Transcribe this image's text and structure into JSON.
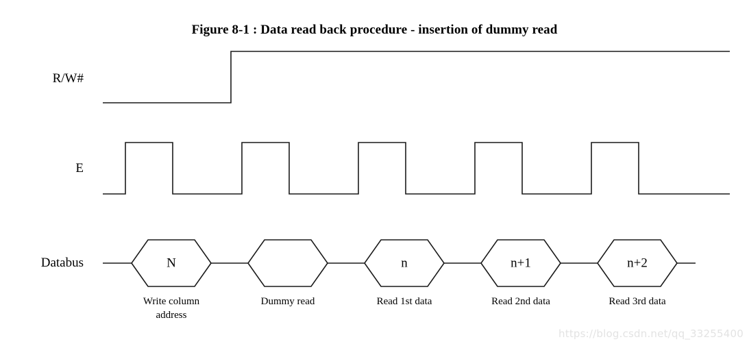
{
  "figure": {
    "title": "Figure 8-1 : Data read back procedure - insertion of dummy read"
  },
  "signals": [
    {
      "name": "rw",
      "label": "R/W#"
    },
    {
      "name": "e",
      "label": "E"
    },
    {
      "name": "databus",
      "label": "Databus"
    }
  ],
  "databus_packets": [
    {
      "value": "N",
      "caption": "Write column\naddress"
    },
    {
      "value": "",
      "caption": "Dummy read"
    },
    {
      "value": "n",
      "caption": "Read 1st  data"
    },
    {
      "value": "n+1",
      "caption": "Read 2nd  data"
    },
    {
      "value": "n+2",
      "caption": "Read 3rd  data"
    }
  ],
  "watermark": {
    "text": "https://blog.csdn.net/qq_33255400"
  },
  "colors": {
    "stroke": "#1a1a1a",
    "background": "#ffffff",
    "watermark": "#e3e3e3"
  },
  "chart_data": {
    "type": "line",
    "title": "Figure 8-1 : Data read back procedure - insertion of dummy read",
    "xlabel": "",
    "ylabel": "",
    "grid": false,
    "legend": "none",
    "description": "Digital timing waveform diagram with three signal traces: R/W#, E clock and Databus packet bus.",
    "series": [
      {
        "name": "R/W#",
        "type": "digital",
        "low_y": 150,
        "high_y": 75,
        "x_start": 150,
        "x_end": 1065,
        "transitions": [
          {
            "x": 150,
            "level": "low"
          },
          {
            "x": 337,
            "level": "high"
          }
        ]
      },
      {
        "name": "E",
        "type": "clock",
        "low_y": 283,
        "high_y": 208,
        "x_start": 150,
        "x_end": 1065,
        "pulses": [
          {
            "rise": 183,
            "fall": 252
          },
          {
            "rise": 353,
            "fall": 422
          },
          {
            "rise": 523,
            "fall": 592
          },
          {
            "rise": 693,
            "fall": 762
          },
          {
            "rise": 863,
            "fall": 932
          }
        ]
      },
      {
        "name": "Databus",
        "type": "packet-bus",
        "center_y": 384,
        "top_y": 350,
        "bottom_y": 418,
        "lead_in_x": 150,
        "lead_out_x": 1015,
        "bevel": 24,
        "packets": [
          {
            "left": 192,
            "right": 308,
            "value": "N"
          },
          {
            "left": 362,
            "right": 478,
            "value": ""
          },
          {
            "left": 532,
            "right": 648,
            "value": "n"
          },
          {
            "left": 702,
            "right": 818,
            "value": "n+1"
          },
          {
            "left": 872,
            "right": 988,
            "value": "n+2"
          }
        ]
      }
    ]
  }
}
